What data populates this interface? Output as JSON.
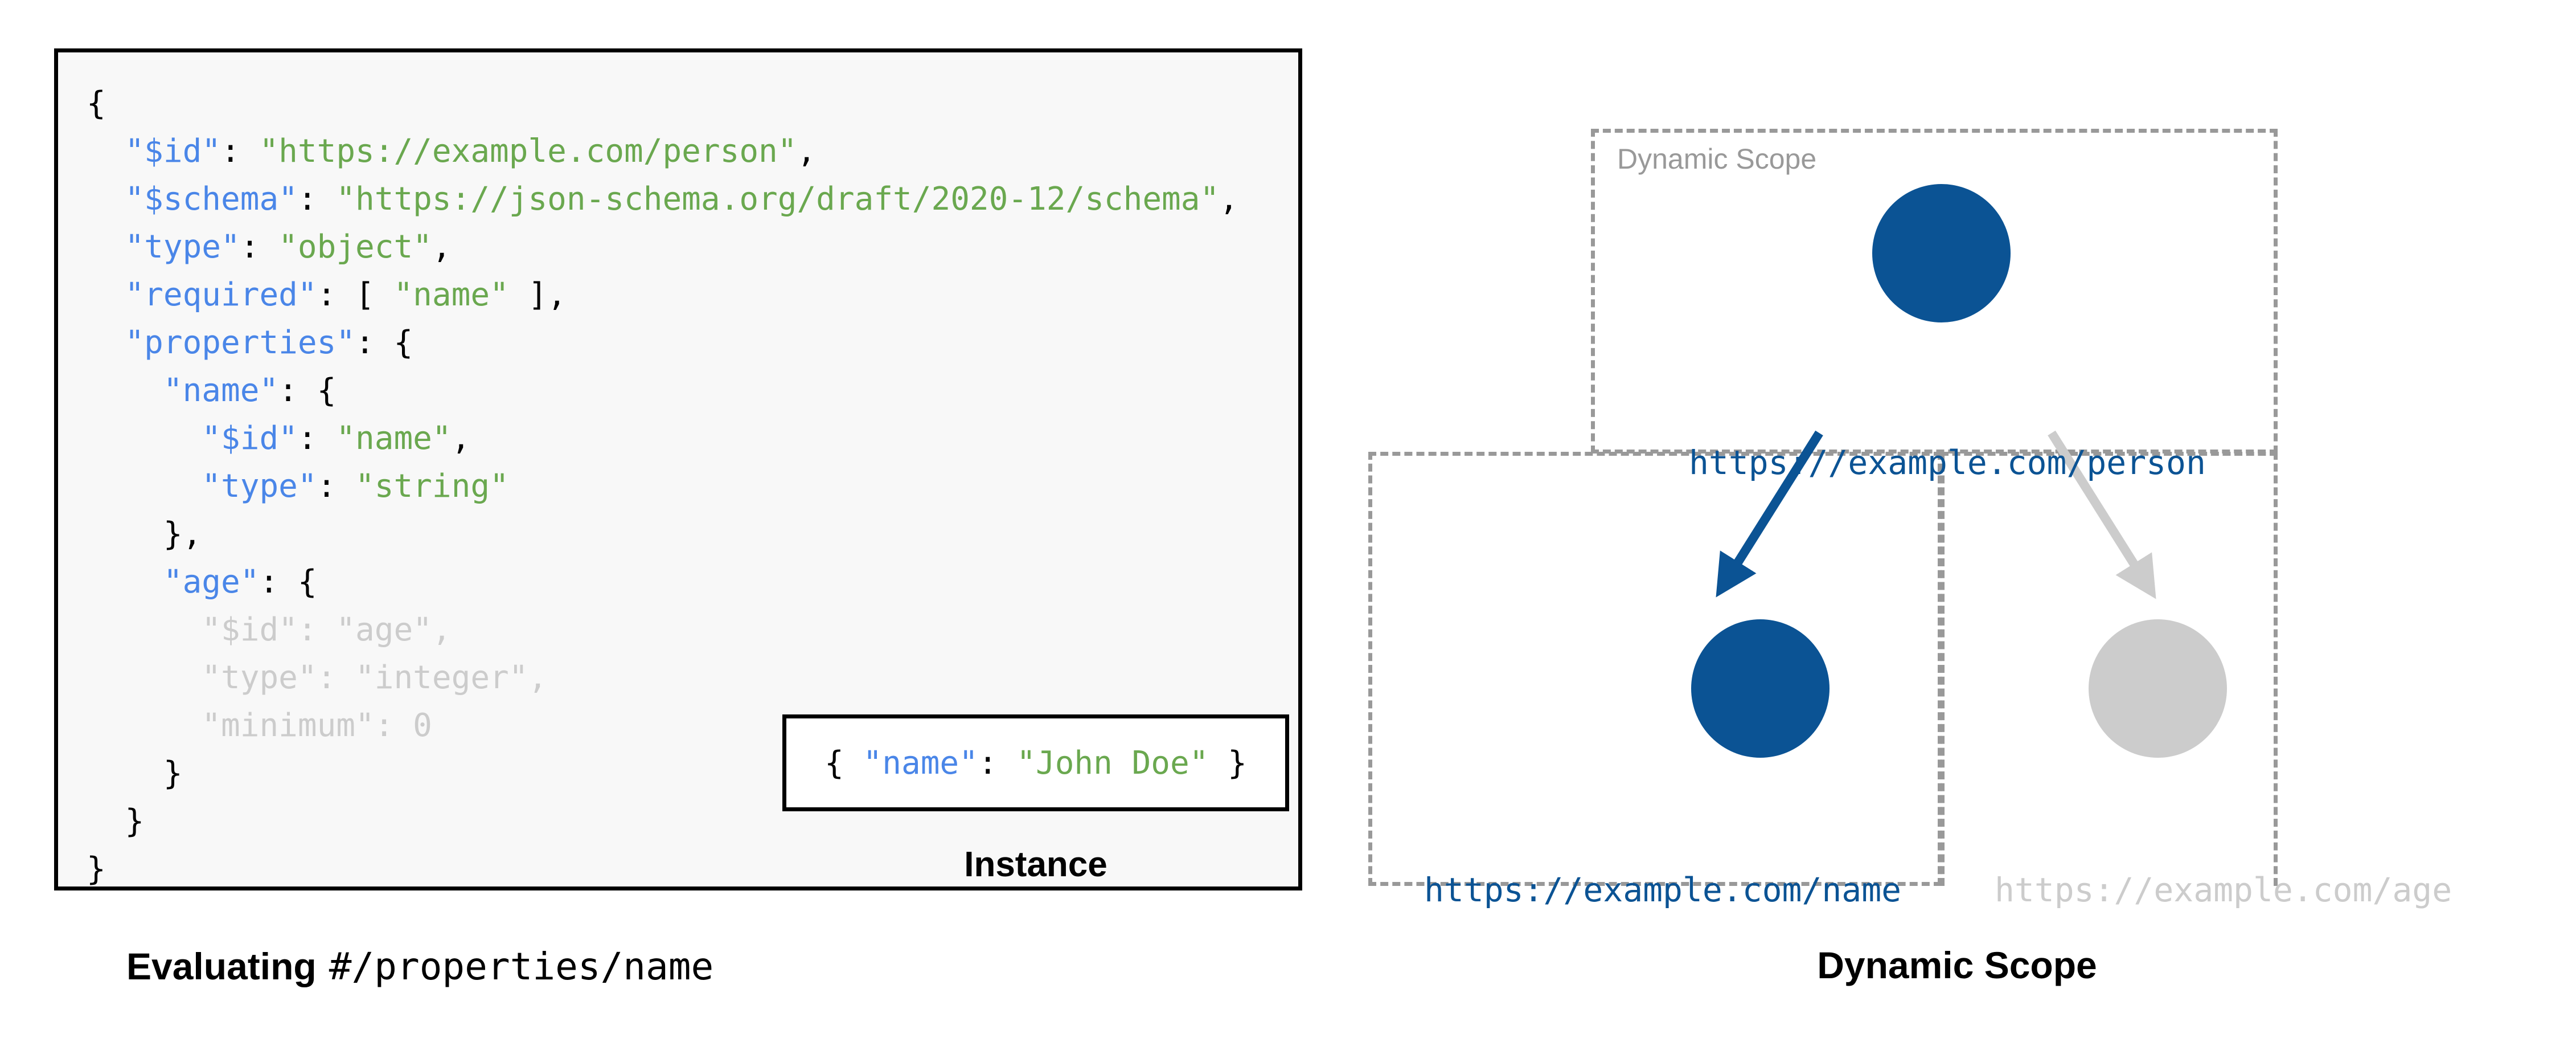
{
  "left_panel": {
    "schema_caption_prefix": "Evaluating",
    "schema_caption_pointer": "#/properties/name",
    "instance": {
      "code_open": "{ ",
      "key": "\"name\"",
      "colon": ": ",
      "value": "\"John Doe\"",
      "code_close": " }",
      "caption": "Instance"
    },
    "schema_lines": [
      {
        "indent": 0,
        "tokens": [
          {
            "t": "{",
            "c": "p"
          }
        ]
      },
      {
        "indent": 1,
        "tokens": [
          {
            "t": "\"$id\"",
            "c": "k"
          },
          {
            "t": ": ",
            "c": "p"
          },
          {
            "t": "\"https://example.com/person\"",
            "c": "s"
          },
          {
            "t": ",",
            "c": "p"
          }
        ]
      },
      {
        "indent": 1,
        "tokens": [
          {
            "t": "\"$schema\"",
            "c": "k"
          },
          {
            "t": ": ",
            "c": "p"
          },
          {
            "t": "\"https://json-schema.org/draft/2020-12/schema\"",
            "c": "s"
          },
          {
            "t": ",",
            "c": "p"
          }
        ]
      },
      {
        "indent": 1,
        "tokens": [
          {
            "t": "\"type\"",
            "c": "k"
          },
          {
            "t": ": ",
            "c": "p"
          },
          {
            "t": "\"object\"",
            "c": "s"
          },
          {
            "t": ",",
            "c": "p"
          }
        ]
      },
      {
        "indent": 1,
        "tokens": [
          {
            "t": "\"required\"",
            "c": "k"
          },
          {
            "t": ": [ ",
            "c": "p"
          },
          {
            "t": "\"name\"",
            "c": "s"
          },
          {
            "t": " ],",
            "c": "p"
          }
        ]
      },
      {
        "indent": 1,
        "tokens": [
          {
            "t": "\"properties\"",
            "c": "k"
          },
          {
            "t": ": {",
            "c": "p"
          }
        ]
      },
      {
        "indent": 2,
        "tokens": [
          {
            "t": "\"name\"",
            "c": "k"
          },
          {
            "t": ": {",
            "c": "p"
          }
        ]
      },
      {
        "indent": 3,
        "tokens": [
          {
            "t": "\"$id\"",
            "c": "k"
          },
          {
            "t": ": ",
            "c": "p"
          },
          {
            "t": "\"name\"",
            "c": "s"
          },
          {
            "t": ",",
            "c": "p"
          }
        ]
      },
      {
        "indent": 3,
        "tokens": [
          {
            "t": "\"type\"",
            "c": "k"
          },
          {
            "t": ": ",
            "c": "p"
          },
          {
            "t": "\"string\"",
            "c": "s"
          }
        ]
      },
      {
        "indent": 2,
        "tokens": [
          {
            "t": "},",
            "c": "p"
          }
        ]
      },
      {
        "indent": 2,
        "tokens": [
          {
            "t": "\"age\"",
            "c": "k"
          },
          {
            "t": ": {",
            "c": "p"
          }
        ]
      },
      {
        "indent": 3,
        "tokens": [
          {
            "t": "\"$id\"",
            "c": "dim"
          },
          {
            "t": ": ",
            "c": "dim"
          },
          {
            "t": "\"age\"",
            "c": "dim"
          },
          {
            "t": ",",
            "c": "dim"
          }
        ]
      },
      {
        "indent": 3,
        "tokens": [
          {
            "t": "\"type\"",
            "c": "dim"
          },
          {
            "t": ": ",
            "c": "dim"
          },
          {
            "t": "\"integer\"",
            "c": "dim"
          },
          {
            "t": ",",
            "c": "dim"
          }
        ]
      },
      {
        "indent": 3,
        "tokens": [
          {
            "t": "\"minimum\"",
            "c": "dim"
          },
          {
            "t": ": ",
            "c": "dim"
          },
          {
            "t": "0",
            "c": "dim"
          }
        ]
      },
      {
        "indent": 2,
        "tokens": [
          {
            "t": "}",
            "c": "p"
          }
        ]
      },
      {
        "indent": 1,
        "tokens": [
          {
            "t": "}",
            "c": "p"
          }
        ]
      },
      {
        "indent": 0,
        "tokens": [
          {
            "t": "}",
            "c": "p"
          }
        ]
      }
    ]
  },
  "right_panel": {
    "scope_box_label": "Dynamic Scope",
    "caption": "Dynamic Scope",
    "nodes": [
      {
        "id": "person",
        "label": "https://example.com/person",
        "state": "active"
      },
      {
        "id": "name",
        "label": "https://example.com/name",
        "state": "active"
      },
      {
        "id": "age",
        "label": "https://example.com/age",
        "state": "inactive"
      }
    ],
    "edges": [
      {
        "from": "person",
        "to": "name",
        "state": "active"
      },
      {
        "from": "person",
        "to": "age",
        "state": "inactive"
      }
    ]
  },
  "colors": {
    "accent_blue": "#0b5394",
    "inactive_gray": "#cccccc",
    "dash_gray": "#999999",
    "json_key": "#4a86e8",
    "json_string": "#6aa84f",
    "panel_bg": "#f8f8f8",
    "panel_border": "#000000"
  }
}
